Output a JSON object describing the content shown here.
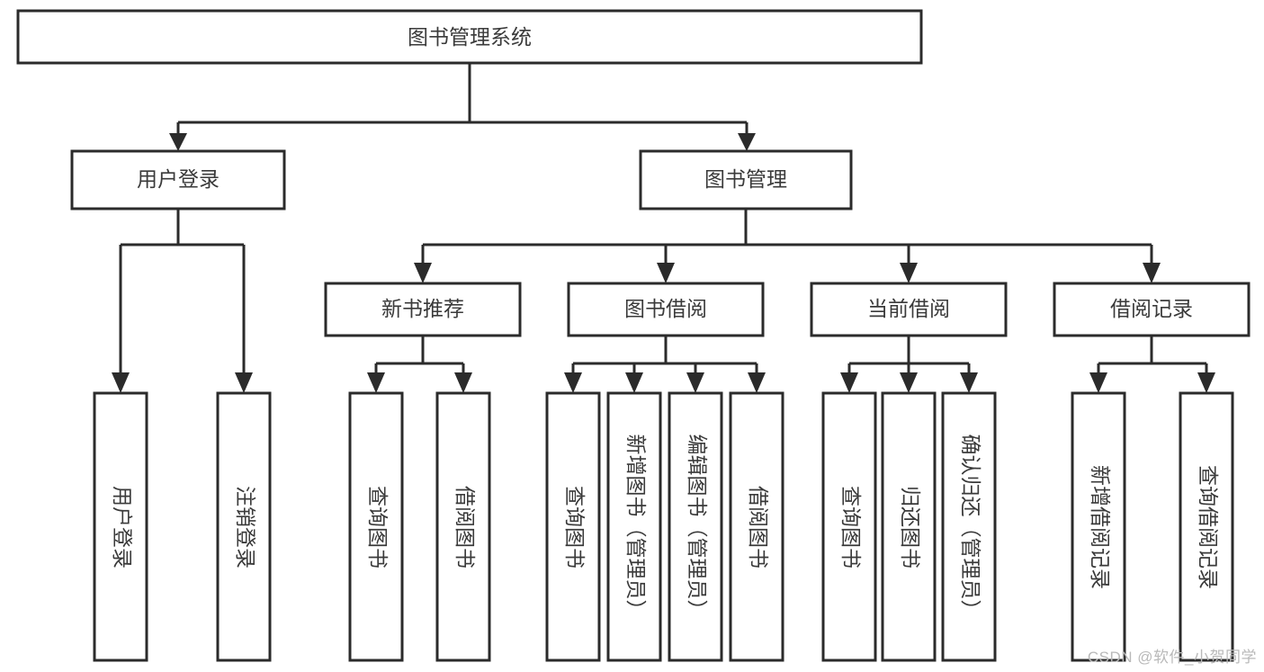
{
  "diagram": {
    "type": "tree-flowchart",
    "title_node": {
      "id": "root",
      "label": "图书管理系统"
    },
    "colors": {
      "box_fill": "#ffffff",
      "box_stroke": "#2b2b2b",
      "text": "#3a3a3a",
      "connector": "#2b2b2b",
      "watermark": "#b9b9b9",
      "background": "#ffffff"
    },
    "levels": {
      "level1": [
        {
          "id": "user-login",
          "label": "用户登录"
        },
        {
          "id": "book-manage",
          "label": "图书管理"
        }
      ],
      "level2": [
        {
          "id": "new-book-recommend",
          "label": "新书推荐",
          "parent": "book-manage"
        },
        {
          "id": "book-borrow",
          "label": "图书借阅",
          "parent": "book-manage"
        },
        {
          "id": "current-borrow",
          "label": "当前借阅",
          "parent": "book-manage"
        },
        {
          "id": "borrow-record",
          "label": "借阅记录",
          "parent": "book-manage"
        }
      ],
      "leaves": [
        {
          "id": "leaf-user-login",
          "label": "用户登录",
          "parent": "user-login"
        },
        {
          "id": "leaf-logout",
          "label": "注销登录",
          "parent": "user-login"
        },
        {
          "id": "leaf-query-book-1",
          "label": "查询图书",
          "parent": "new-book-recommend"
        },
        {
          "id": "leaf-borrow-book-1",
          "label": "借阅图书",
          "parent": "new-book-recommend"
        },
        {
          "id": "leaf-query-book-2",
          "label": "查询图书",
          "parent": "book-borrow"
        },
        {
          "id": "leaf-add-book",
          "label": "新增图书（管理员）",
          "parent": "book-borrow"
        },
        {
          "id": "leaf-edit-book",
          "label": "编辑图书（管理员）",
          "parent": "book-borrow"
        },
        {
          "id": "leaf-borrow-book-2",
          "label": "借阅图书",
          "parent": "book-borrow"
        },
        {
          "id": "leaf-query-book-3",
          "label": "查询图书",
          "parent": "current-borrow"
        },
        {
          "id": "leaf-return-book",
          "label": "归还图书",
          "parent": "current-borrow"
        },
        {
          "id": "leaf-confirm-return",
          "label": "确认归还（管理员）",
          "parent": "current-borrow"
        },
        {
          "id": "leaf-add-record",
          "label": "新增借阅记录",
          "parent": "borrow-record"
        },
        {
          "id": "leaf-query-record",
          "label": "查询借阅记录",
          "parent": "borrow-record"
        }
      ]
    }
  },
  "watermark": {
    "text": "CSDN @软件_小贺同学"
  }
}
